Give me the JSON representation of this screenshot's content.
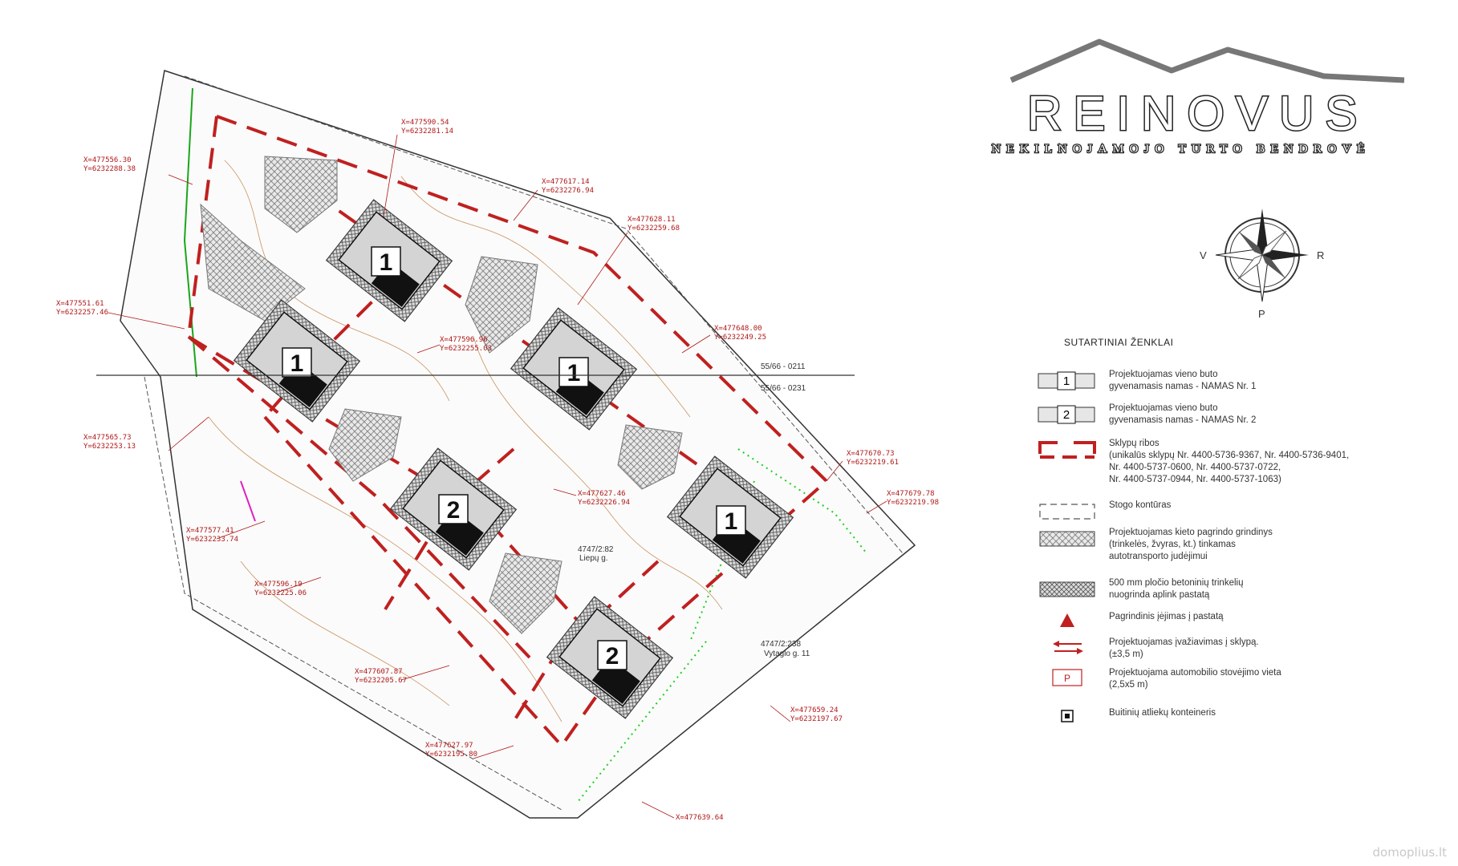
{
  "brand": {
    "name": "REINOVUS",
    "tagline": "NEKILNOJAMOJO TURTO BENDROVĖ"
  },
  "compass": {
    "west": "V",
    "east": "R",
    "south": "P"
  },
  "legend": {
    "title": "SUTARTINIAI ŽENKLAI",
    "items": [
      {
        "symbol_label": "1",
        "text": "Projektuojamas vieno buto\ngyvenamasis namas - NAMAS Nr. 1"
      },
      {
        "symbol_label": "2",
        "text": "Projektuojamas vieno buto\ngyvenamasis namas - NAMAS Nr. 2"
      },
      {
        "symbol_label": "",
        "text": "Sklypų ribos\n(unikalūs sklypų Nr. 4400-5736-9367, Nr. 4400-5736-9401,\nNr. 4400-5737-0600, Nr. 4400-5737-0722,\nNr. 4400-5737-0944, Nr. 4400-5737-1063)"
      },
      {
        "symbol_label": "",
        "text": "Stogo kontūras"
      },
      {
        "symbol_label": "",
        "text": "Projektuojamas kieto pagrindo grindinys\n(trinkelės, žvyras, kt.) tinkamas\nautotransporto judėjimui"
      },
      {
        "symbol_label": "",
        "text": "500 mm pločio betoninių trinkelių\nnuogrinda aplink pastatą"
      },
      {
        "symbol_label": "",
        "text": "Pagrindinis įėjimas į pastatą"
      },
      {
        "symbol_label": "",
        "text": "Projektuojamas įvažiavimas į sklypą.\n(±3,5 m)"
      },
      {
        "symbol_label": "P",
        "text": "Projektuojama automobilio stovėjimo vieta\n(2,5x5 m)"
      },
      {
        "symbol_label": "",
        "text": "Buitinių atliekų konteineris"
      }
    ]
  },
  "houses": [
    {
      "number": "1"
    },
    {
      "number": "1"
    },
    {
      "number": "1"
    },
    {
      "number": "1"
    },
    {
      "number": "2"
    },
    {
      "number": "2"
    }
  ],
  "coordinates": [
    {
      "x": "X=477590.54",
      "y": "Y=6232281.14"
    },
    {
      "x": "X=477556.30",
      "y": "Y=6232288.38"
    },
    {
      "x": "X=477617.14",
      "y": "Y=6232276.94"
    },
    {
      "x": "X=477628.11",
      "y": "Y=6232259.68"
    },
    {
      "x": "X=477551.61",
      "y": "Y=6232257.46"
    },
    {
      "x": "X=477596.96",
      "y": "Y=6232255.03"
    },
    {
      "x": "X=477648.00",
      "y": "Y=6232249.25"
    },
    {
      "x": "X=477565.73",
      "y": "Y=6232253.13"
    },
    {
      "x": "X=477670.73",
      "y": "Y=6232219.61"
    },
    {
      "x": "X=477627.46",
      "y": "Y=6232226.94"
    },
    {
      "x": "X=477679.78",
      "y": "Y=6232219.98"
    },
    {
      "x": "X=477577.41",
      "y": "Y=6232233.74"
    },
    {
      "x": "X=477596.19",
      "y": "Y=6232225.06"
    },
    {
      "x": "X=477607.87",
      "y": "Y=6232205.67"
    },
    {
      "x": "X=477659.24",
      "y": "Y=6232197.67"
    },
    {
      "x": "X=477627.97",
      "y": "Y=6232195.80"
    },
    {
      "x": "X=477639.64",
      "y": ""
    }
  ],
  "parcel_labels": {
    "upper": "55/66 - 0211",
    "lower": "55/66 - 0231",
    "plot_a": "4747/2:238",
    "plot_a_street": "Vytaglo g. 11",
    "plot_b": "4747/2:82",
    "plot_b_street": "Liepų g."
  },
  "watermark": "domoplius.lt"
}
